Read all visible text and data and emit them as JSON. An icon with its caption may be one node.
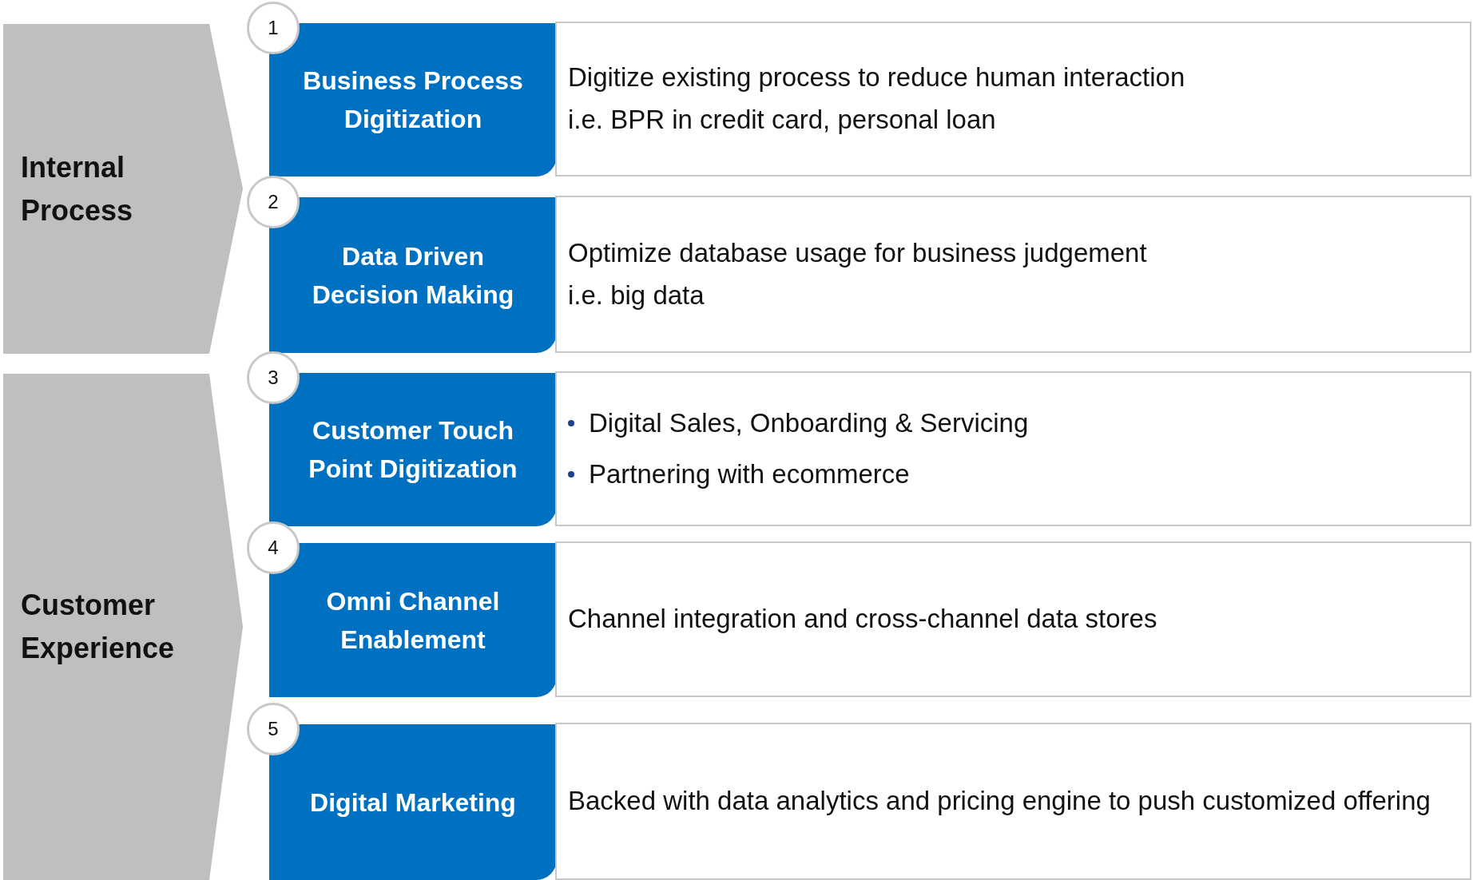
{
  "diagram": {
    "nodes": [
      {
        "text": [
          "Internal Process"
        ]
      },
      {
        "text": [
          "1"
        ]
      },
      {
        "text": [
          "Business Process Digitization"
        ]
      },
      {
        "text": [
          "Digitize existing process to reduce human interaction",
          "i.e. BPR in credit card, personal loan"
        ]
      },
      {
        "text": [
          "2"
        ]
      },
      {
        "text": [
          "Data Driven Decision Making"
        ]
      },
      {
        "text": [
          "Optimize database usage for business judgement",
          "i.e. big data"
        ]
      },
      {
        "text": [
          "Customer Experience"
        ]
      },
      {
        "text": [
          "3"
        ]
      },
      {
        "text": [
          "Customer Touch Point Digitization"
        ]
      },
      {
        "text": [
          "Digital Sales, Onboarding & Servicing",
          "Partnering with ecommerce"
        ]
      },
      {
        "text": [
          "4"
        ]
      },
      {
        "text": [
          "Omni Channel Enablement"
        ]
      },
      {
        "text": [
          "Channel integration and cross-channel data stores"
        ]
      },
      {
        "text": [
          "5"
        ]
      },
      {
        "text": [
          "Digital Marketing"
        ]
      },
      {
        "text": [
          "Backed with data analytics and pricing engine to push customized offering"
        ]
      }
    ],
    "edges": []
  }
}
